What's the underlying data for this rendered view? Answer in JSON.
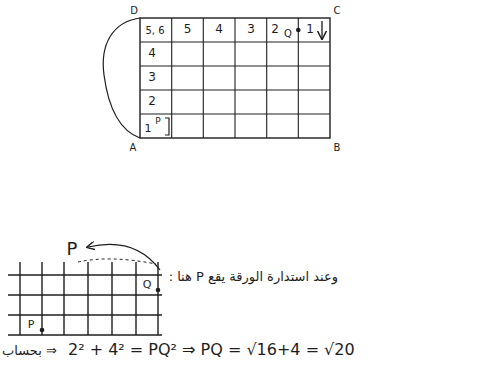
{
  "diagram": {
    "labels": [
      "D",
      "C",
      "A",
      "B",
      "5, 6",
      "5",
      "4",
      "3",
      "2",
      "Q",
      "1",
      "4",
      "3",
      "2",
      "1",
      "P",
      "P",
      "P",
      "Q",
      "وعند استدارة الورقة يقع P هنا :",
      "بحساب ⇒",
      "2² + 4² = PQ² ⇒ PQ = √16+4 = √20"
    ]
  }
}
